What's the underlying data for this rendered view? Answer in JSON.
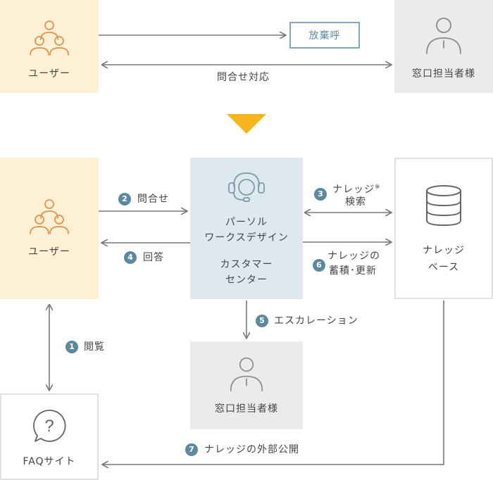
{
  "top": {
    "user_label": "ユーザー",
    "abandon_label": "放棄呼",
    "inquiry_label": "問合せ対応",
    "agent_label": "窓口担当者様"
  },
  "bottom": {
    "user_label": "ユーザー",
    "center_line1": "パーソル",
    "center_line2": "ワークスデザイン",
    "center_line3": "カスタマー",
    "center_line4": "センター",
    "kb_line1": "ナレッジ",
    "kb_line2": "ベース",
    "agent_label": "窓口担当者様",
    "faq_label": "FAQサイト"
  },
  "steps": {
    "s1": {
      "num": "1",
      "label": "閲覧"
    },
    "s2": {
      "num": "2",
      "label": "問合せ"
    },
    "s3": {
      "num": "3",
      "line1": "ナレッジ",
      "sup": "※",
      "line2": "検索"
    },
    "s4": {
      "num": "4",
      "label": "回答"
    },
    "s5": {
      "num": "5",
      "label": "エスカレーション"
    },
    "s6": {
      "num": "6",
      "line1": "ナレッジの",
      "line2": "蓄積･更新"
    },
    "s7": {
      "num": "7",
      "label": "ナレッジの外部公開"
    }
  },
  "colors": {
    "user_bg": "#fdf0d5",
    "center_bg": "#dde9ef",
    "agent_bg": "#ebebeb",
    "arrow": "#777777",
    "accent_teal": "#5b8aa0",
    "down_arrow": "#f5b51b"
  }
}
